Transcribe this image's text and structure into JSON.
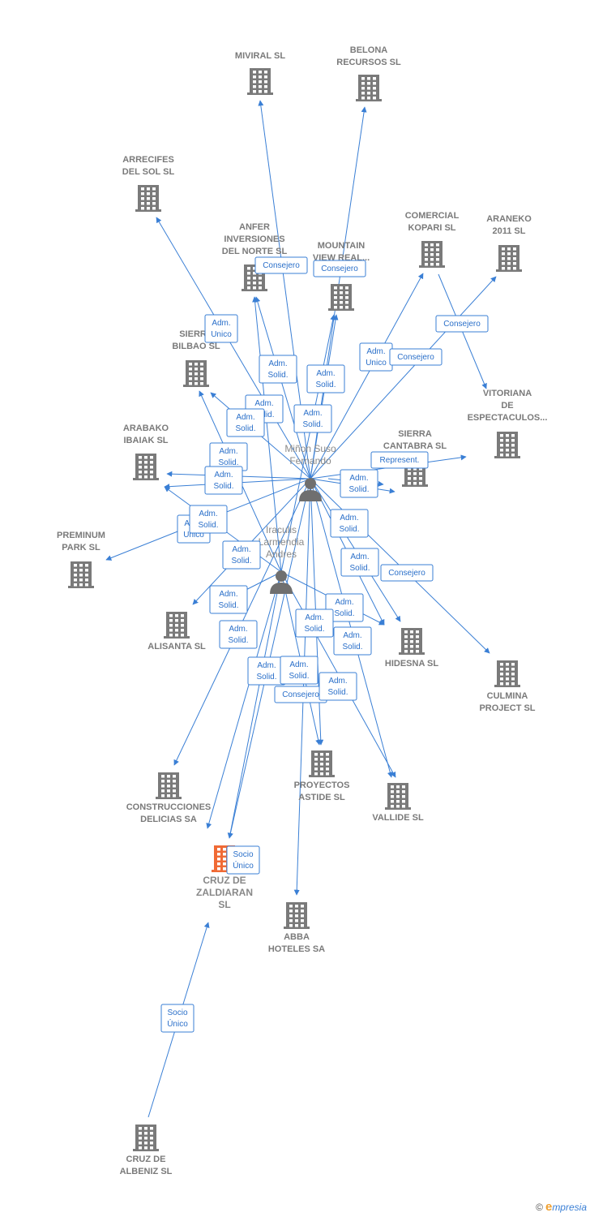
{
  "colors": {
    "edge": "#3a7fd5",
    "building": "#7a7a7a",
    "building_main": "#f06a35",
    "person": "#6f6f6f",
    "label": "#7a7a7a"
  },
  "companies": [
    {
      "id": "miviral",
      "lines": [
        "MIVIRAL  SL"
      ]
    },
    {
      "id": "belona",
      "lines": [
        "BELONA",
        "RECURSOS SL"
      ]
    },
    {
      "id": "arrecifes",
      "lines": [
        "ARRECIFES",
        "DEL SOL SL"
      ]
    },
    {
      "id": "anfer",
      "lines": [
        "ANFER",
        "INVERSIONES",
        "DEL NORTE  SL"
      ]
    },
    {
      "id": "mountain",
      "lines": [
        "MOUNTAIN",
        "VIEW REAL..."
      ]
    },
    {
      "id": "comercial",
      "lines": [
        "COMERCIAL",
        "KOPARI SL"
      ]
    },
    {
      "id": "araneko",
      "lines": [
        "ARANEKO",
        "2011 SL"
      ]
    },
    {
      "id": "sierra_bilbao",
      "lines": [
        "SIERRA",
        "BILBAO SL"
      ]
    },
    {
      "id": "vitoriana",
      "lines": [
        "VITORIANA",
        "DE",
        "ESPECTACULOS..."
      ]
    },
    {
      "id": "arabako",
      "lines": [
        "ARABAKO",
        "IBAIAK SL"
      ]
    },
    {
      "id": "sierra_cantabra",
      "lines": [
        "SIERRA",
        "CANTABRA SL"
      ]
    },
    {
      "id": "preminum",
      "lines": [
        "PREMINUM",
        "PARK SL"
      ]
    },
    {
      "id": "alisanta",
      "lines": [
        "ALISANTA SL"
      ]
    },
    {
      "id": "hidesna",
      "lines": [
        "HIDESNA SL"
      ]
    },
    {
      "id": "culmina",
      "lines": [
        "CULMINA",
        "PROJECT SL"
      ]
    },
    {
      "id": "construcciones",
      "lines": [
        "CONSTRUCCIONES",
        "DELICIAS SA"
      ]
    },
    {
      "id": "proyectos",
      "lines": [
        "PROYECTOS",
        "ASTIDE SL"
      ]
    },
    {
      "id": "vallide",
      "lines": [
        "VALLIDE SL"
      ]
    },
    {
      "id": "cruz_zaldiaran",
      "lines": [
        "CRUZ DE",
        "ZALDIARAN",
        "SL"
      ],
      "main": true
    },
    {
      "id": "abba",
      "lines": [
        "ABBA",
        "HOTELES SA"
      ]
    },
    {
      "id": "cruz_albeniz",
      "lines": [
        "CRUZ DE",
        "ALBENIZ  SL"
      ]
    }
  ],
  "persons": [
    {
      "id": "minon",
      "lines": [
        "Miñon Suso",
        "Fernando"
      ]
    },
    {
      "id": "iraculis",
      "lines": [
        "Iraculis",
        "Larmendia",
        "Andres"
      ]
    }
  ],
  "edge_labels": [
    {
      "id": "l1",
      "lines": [
        "Consejero"
      ]
    },
    {
      "id": "l2",
      "lines": [
        "Consejero"
      ]
    },
    {
      "id": "l3",
      "lines": [
        "Adm.",
        "Unico"
      ]
    },
    {
      "id": "l4",
      "lines": [
        "Consejero"
      ]
    },
    {
      "id": "l5",
      "lines": [
        "Adm.",
        "Unico"
      ]
    },
    {
      "id": "l6",
      "lines": [
        "Consejero"
      ]
    },
    {
      "id": "l7",
      "lines": [
        "Adm.",
        "Solid."
      ]
    },
    {
      "id": "l8",
      "lines": [
        "Adm.",
        "Solid."
      ]
    },
    {
      "id": "l9",
      "lines": [
        "Adm.",
        "Solid."
      ]
    },
    {
      "id": "l10",
      "lines": [
        "Adm.",
        "Solid."
      ]
    },
    {
      "id": "l11",
      "lines": [
        "Adm.",
        "Solid."
      ]
    },
    {
      "id": "l12",
      "lines": [
        "Adm.",
        "Solid."
      ]
    },
    {
      "id": "l13",
      "lines": [
        "Adm.",
        "Solid."
      ]
    },
    {
      "id": "l14",
      "lines": [
        "Represent."
      ]
    },
    {
      "id": "l15",
      "lines": [
        "Adm.",
        "Solid."
      ]
    },
    {
      "id": "l16",
      "lines": [
        "Adm.",
        "Unico"
      ]
    },
    {
      "id": "l17",
      "lines": [
        "Adm.",
        "Solid."
      ]
    },
    {
      "id": "l18",
      "lines": [
        "Adm.",
        "Solid."
      ]
    },
    {
      "id": "l19",
      "lines": [
        "Adm.",
        "Solid."
      ]
    },
    {
      "id": "l20",
      "lines": [
        "Adm.",
        "Solid."
      ]
    },
    {
      "id": "l21",
      "lines": [
        "Consejero"
      ]
    },
    {
      "id": "l22",
      "lines": [
        "Adm.",
        "Solid."
      ]
    },
    {
      "id": "l23",
      "lines": [
        "Adm.",
        "Solid."
      ]
    },
    {
      "id": "l24",
      "lines": [
        "Adm.",
        "Solid."
      ]
    },
    {
      "id": "l25",
      "lines": [
        "Adm.",
        "Solid."
      ]
    },
    {
      "id": "l26",
      "lines": [
        "Adm.",
        "Solid."
      ]
    },
    {
      "id": "l27",
      "lines": [
        "Adm.",
        "Solid."
      ]
    },
    {
      "id": "l28",
      "lines": [
        "Consejero"
      ]
    },
    {
      "id": "l29",
      "lines": [
        "Adm.",
        "Solid."
      ]
    },
    {
      "id": "l30",
      "lines": [
        "Adm.",
        "Solid."
      ]
    },
    {
      "id": "l31",
      "lines": [
        "Socio",
        "Único"
      ]
    },
    {
      "id": "l32",
      "lines": [
        "Socio",
        "Único"
      ]
    }
  ],
  "footer": {
    "copyright": "©",
    "brand_initial": "e",
    "brand_rest": "mpresia"
  }
}
